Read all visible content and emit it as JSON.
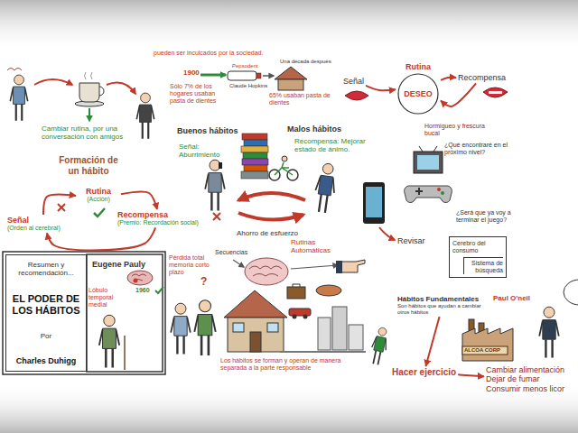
{
  "diagram": {
    "nodes": [
      {
        "text": [
          "Señal",
          "(Orden al cerebral)"
        ]
      },
      {
        "text": [
          "Rutina",
          "(Acción)"
        ]
      },
      {
        "text": [
          "Recompensa",
          "(Premio: Recordación social)"
        ]
      },
      {
        "text": [
          "Resumen y recomendación...",
          "EL PODER DE LOS HÁBITOS",
          "Por",
          "Charles Duhigg"
        ]
      },
      {
        "text": [
          "Señal"
        ]
      },
      {
        "text": [
          "Rutina",
          "DESEO"
        ]
      },
      {
        "text": [
          "Recompensa"
        ]
      },
      {
        "text": [
          "Cerebro del consumo",
          "Sistema de búsqueda"
        ]
      },
      {
        "text": [
          "Hábitos Fundamentales",
          "Son hábitos que ayudan a cambiar otros hábitos"
        ]
      },
      {
        "text": [
          "Hacer ejercicio"
        ]
      },
      {
        "text": [
          "Cambiar alimentación",
          "Dejar de fumar",
          "Consumir menos licor"
        ]
      }
    ],
    "edges": [
      {
        "from": 0,
        "to": 1,
        "arrow": "to"
      },
      {
        "from": 1,
        "to": 2,
        "arrow": "to"
      },
      {
        "from": 2,
        "to": 0,
        "arrow": "to"
      },
      {
        "from": 4,
        "to": 5,
        "arrow": "to"
      },
      {
        "from": 5,
        "to": 6,
        "arrow": "to"
      },
      {
        "from": 6,
        "to": 5,
        "arrow": "to"
      },
      {
        "from": 8,
        "to": 9,
        "arrow": "to"
      },
      {
        "from": 9,
        "to": 10,
        "arrow": "to"
      }
    ],
    "labels": [
      "Cambiar rutina, por una conversación con amigos",
      "Formación de un hábito",
      "pueden ser inculcados por la sociedad.",
      "1900",
      "Sólo 7% de los hogares usaban pasta de dientes",
      "Claude Hopkins",
      "Pepsodent",
      "Una década después",
      "65% usaban pasta de dientes",
      "Buenos hábitos",
      "Malos hábitos",
      "Señal: Aburrimiento",
      "Recompensa: Mejorar estado de ánimo.",
      "Ahorro de esfuerzo",
      "Secuencias",
      "Rutinas Automáticas",
      "Eugene Pauly",
      "1960",
      "Lóbulo temporal medial",
      "Pérdida total memoria corto plazo",
      "?",
      "Los hábitos se forman y operan de manera separada a la parte responsable",
      "Hormigueo y frescura bucal",
      "¿Qué encontraré en el próximo nivel?",
      "¿Será que ya voy a terminar el juego?",
      "Revisar",
      "Paul O'neil",
      "ALCOA CORP"
    ]
  }
}
